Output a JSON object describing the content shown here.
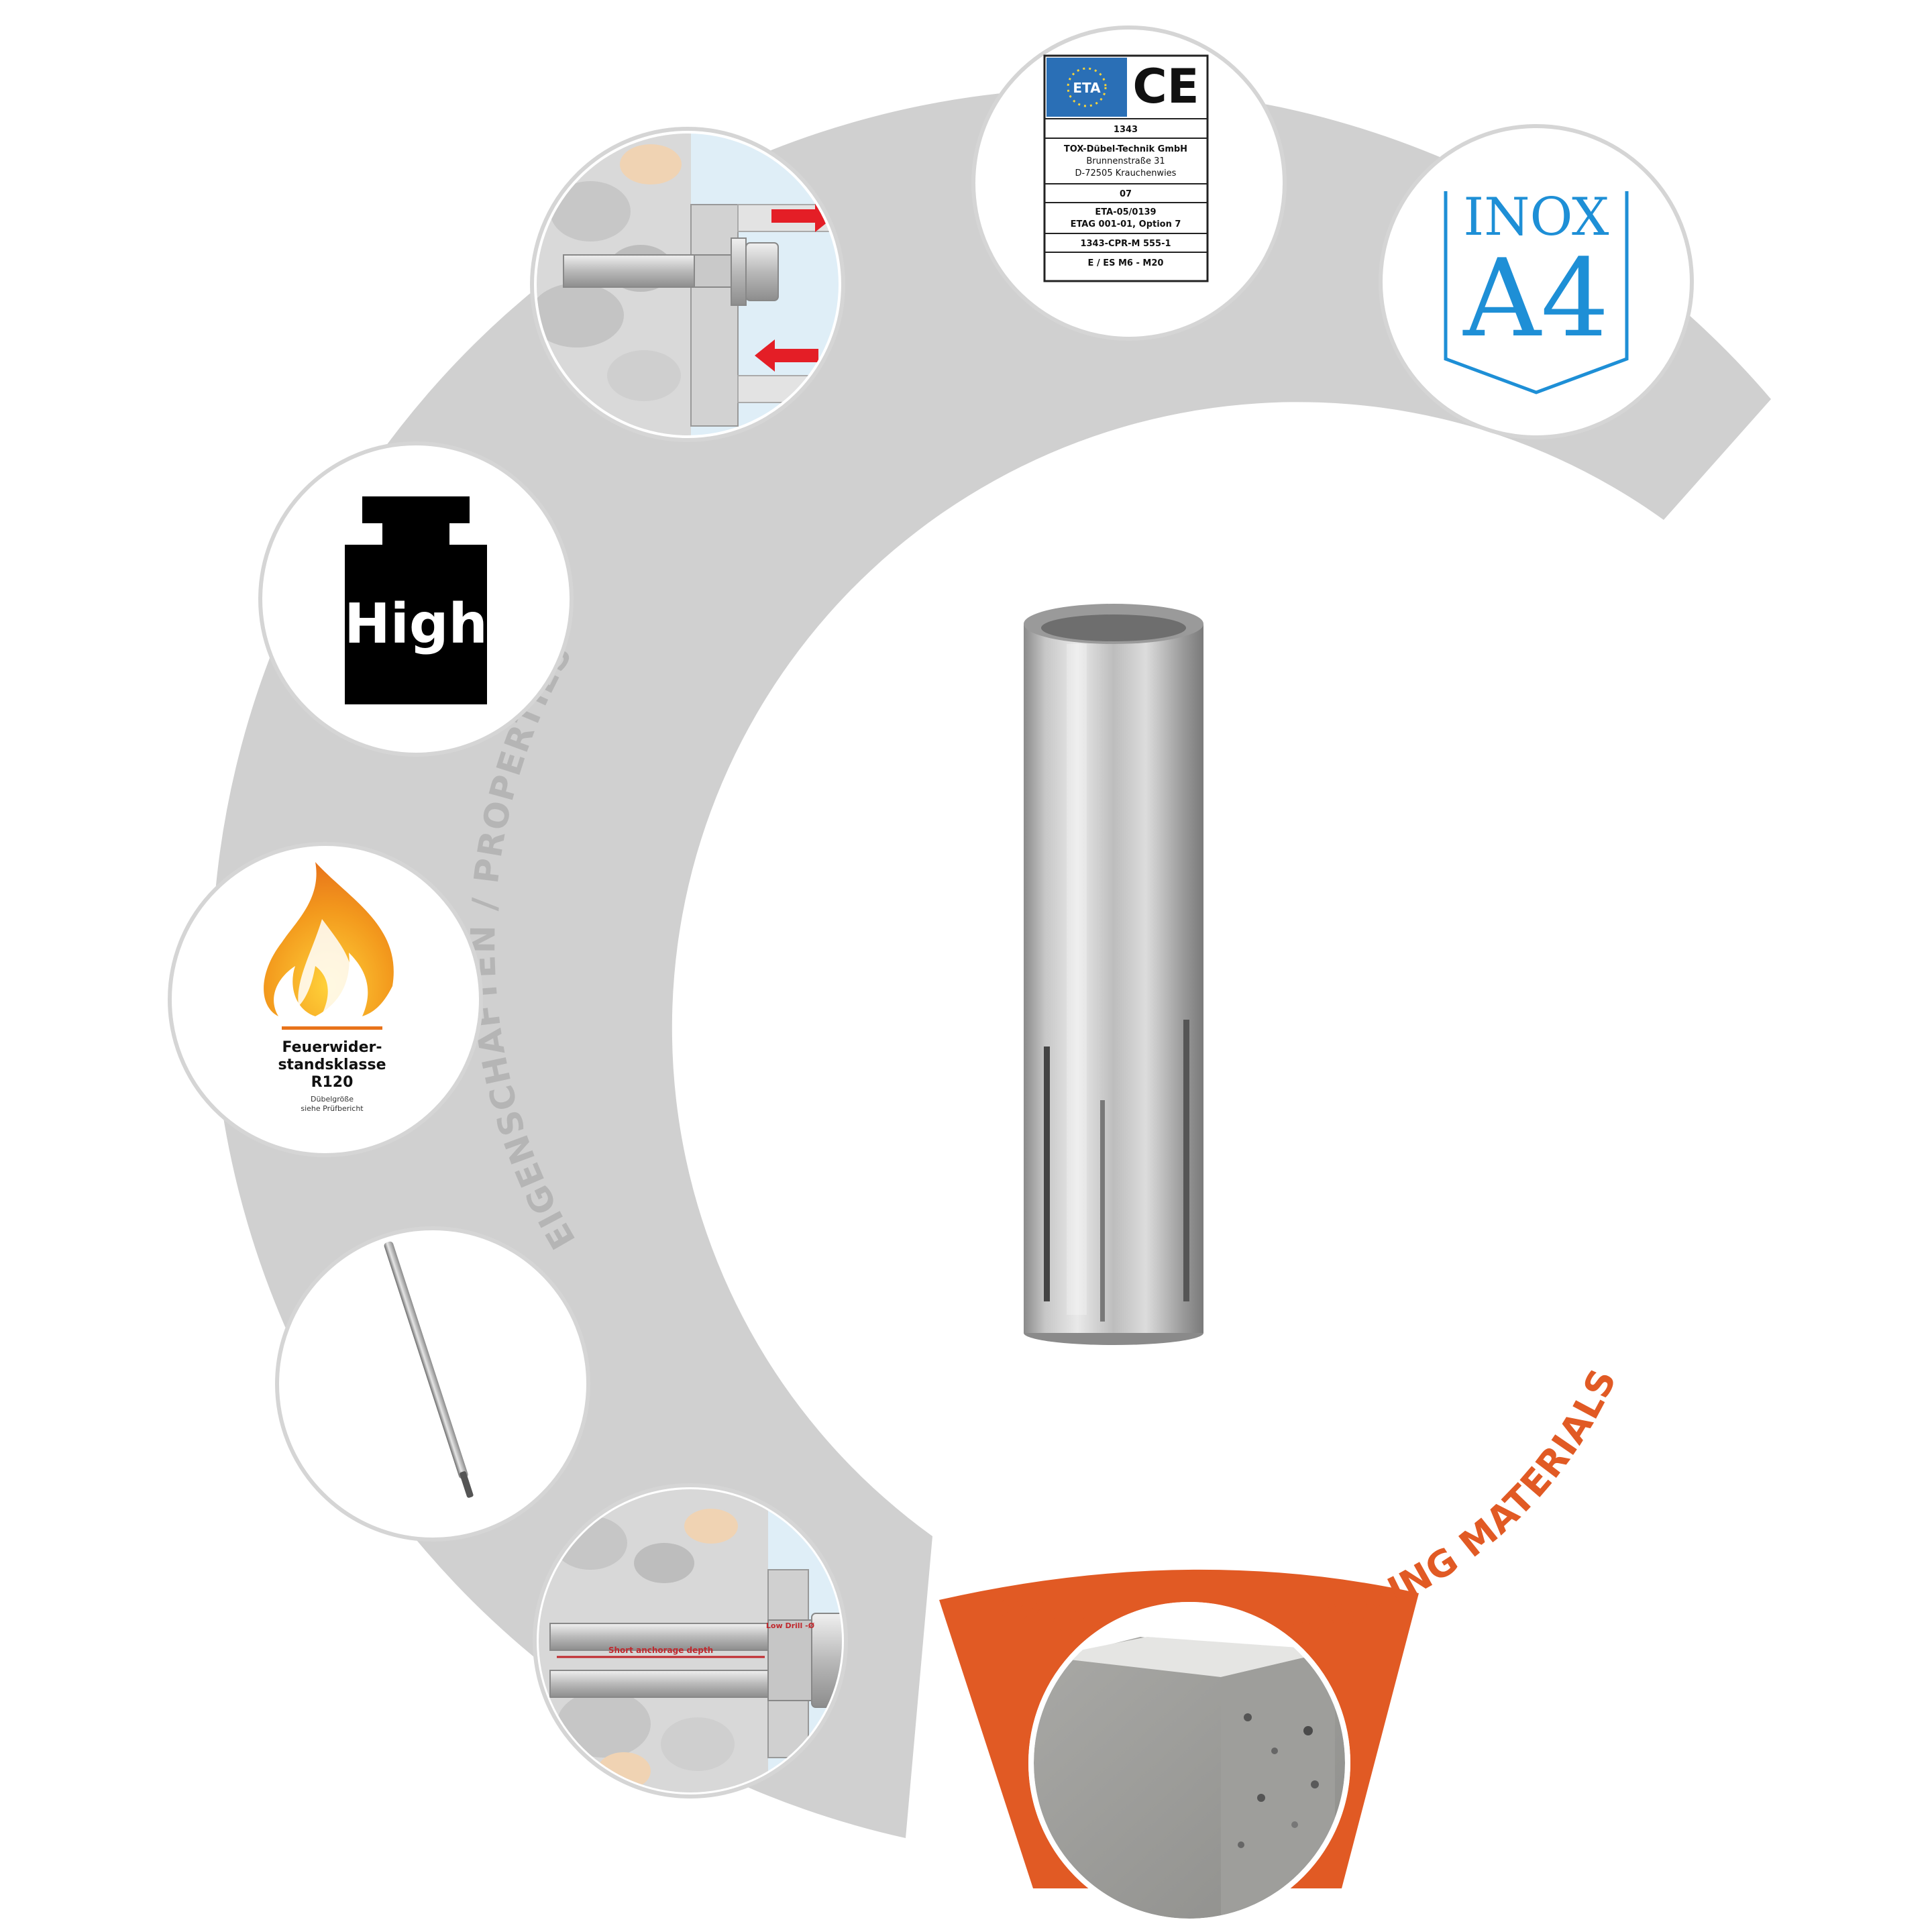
{
  "ring": {
    "properties_label": "EIGENSCHAFTEN / PROPERTIES",
    "materials_label": "BAUSTOFFE / BUILDING MATERIALS"
  },
  "etalabel": {
    "eta_logo_text": "ETA",
    "ce_mark": "CE",
    "notified_body": "1343",
    "company": "TOX-Dübel-Technik GmbH",
    "street": "Brunnenstraße 31",
    "city": "D-72505 Krauchenwies",
    "year": "07",
    "eta_number": "ETA-05/0139",
    "etag": "ETAG 001-01, Option 7",
    "cpr": "1343-CPR-M 555-1",
    "range": "E / ES M6 - M20"
  },
  "inox": {
    "line1": "INOX",
    "line2": "A4"
  },
  "load": {
    "label": "High"
  },
  "fire": {
    "line1": "Feuerwider-",
    "line2": "standsklasse",
    "line3": "R120",
    "note1": "Dübelgröße",
    "note2": "siehe Prüfbericht"
  },
  "install": {
    "low_drill": "Low Drill -Ø",
    "short_anchor": "Short anchorage depth"
  },
  "colors": {
    "ring_gray": "#d0d0d0",
    "label_gray": "#b5b5b5",
    "accent_orange": "#e15a24",
    "inox_blue": "#1e8fd6",
    "arrow_red": "#e41e26"
  }
}
